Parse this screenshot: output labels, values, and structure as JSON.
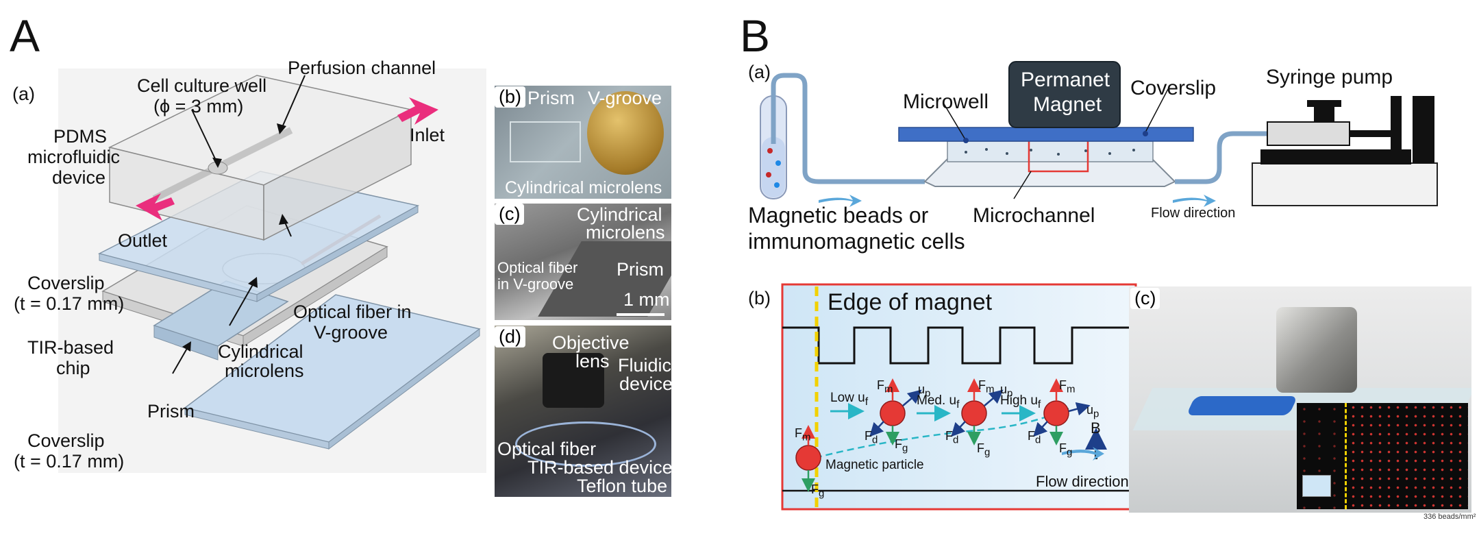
{
  "panelA": {
    "label": "A",
    "a": {
      "tag": "(a)",
      "well_line1": "Cell culture well",
      "well_line2": "(ϕ = 3 mm)",
      "perfusion": "Perfusion channel",
      "inlet": "Inlet",
      "pdms_line1": "PDMS",
      "pdms_line2": "microfluidic",
      "pdms_line3": "device",
      "outlet": "Outlet",
      "cover1_line1": "Coverslip",
      "cover1_line2": "(t = 0.17 mm)",
      "fiber_line1": "Optical fiber in",
      "fiber_line2": "V-groove",
      "tir_line1": "TIR-based",
      "tir_line2": "chip",
      "lens_line1": "Cylindrical",
      "lens_line2": "microlens",
      "prism": "Prism",
      "cover2_line1": "Coverslip",
      "cover2_line2": "(t = 0.17 mm)"
    },
    "b": {
      "tag": "(b)",
      "prism": "Prism",
      "vgroove": "V-groove",
      "lens": "Cylindrical microlens"
    },
    "c": {
      "tag": "(c)",
      "lens_line1": "Cylindrical",
      "lens_line2": "microlens",
      "fiber_line1": "Optical fiber",
      "fiber_line2": "in V-groove",
      "prism": "Prism",
      "scale": "1 mm"
    },
    "d": {
      "tag": "(d)",
      "obj_line1": "Objective",
      "obj_line2": "lens",
      "fluidic_line1": "Fluidic",
      "fluidic_line2": "device",
      "fiber": "Optical fiber",
      "tir": "TIR-based device",
      "teflon": "Teflon tube"
    }
  },
  "panelB": {
    "label": "B",
    "a": {
      "tag": "(a)",
      "magnet_line1": "Permanet",
      "magnet_line2": "Magnet",
      "coverslip": "Coverslip",
      "microwell": "Microwell",
      "syringe": "Syringe pump",
      "beads_line1": "Magnetic beads or",
      "beads_line2": "immunomagnetic cells",
      "microchannel": "Microchannel",
      "flow": "Flow direction"
    },
    "b": {
      "tag": "(b)",
      "edge": "Edge of magnet",
      "fm": "F",
      "fm_sub": "m",
      "fd_sub": "d",
      "fg_sub": "g",
      "up": "u",
      "up_sub": "p",
      "low": "Low u",
      "med": "Med. u",
      "high": "High u",
      "uf_sub": "f",
      "b_field": "B",
      "particle": "Magnetic particle",
      "flow": "Flow direction"
    },
    "c": {
      "tag": "(c)",
      "beads": "336 beads/mm²"
    }
  }
}
